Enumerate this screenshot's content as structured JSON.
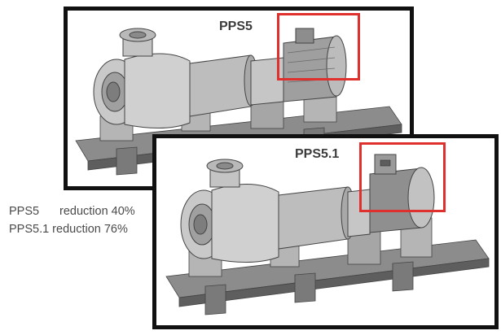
{
  "panels": [
    {
      "id": "pps5",
      "title": "PPS5"
    },
    {
      "id": "pps51",
      "title": "PPS5.1"
    }
  ],
  "legend": {
    "rows": [
      {
        "name": "PPS5",
        "text": "reduction 40%"
      },
      {
        "name": "PPS5.1",
        "text": "reduction 76%"
      }
    ]
  },
  "colors": {
    "frame_border": "#111111",
    "highlight": "#e0302e",
    "metal_light": "#d8d8d8",
    "metal_mid": "#a9a9a9",
    "metal_dark": "#6f6f6f",
    "text": "#4a4a4a"
  }
}
